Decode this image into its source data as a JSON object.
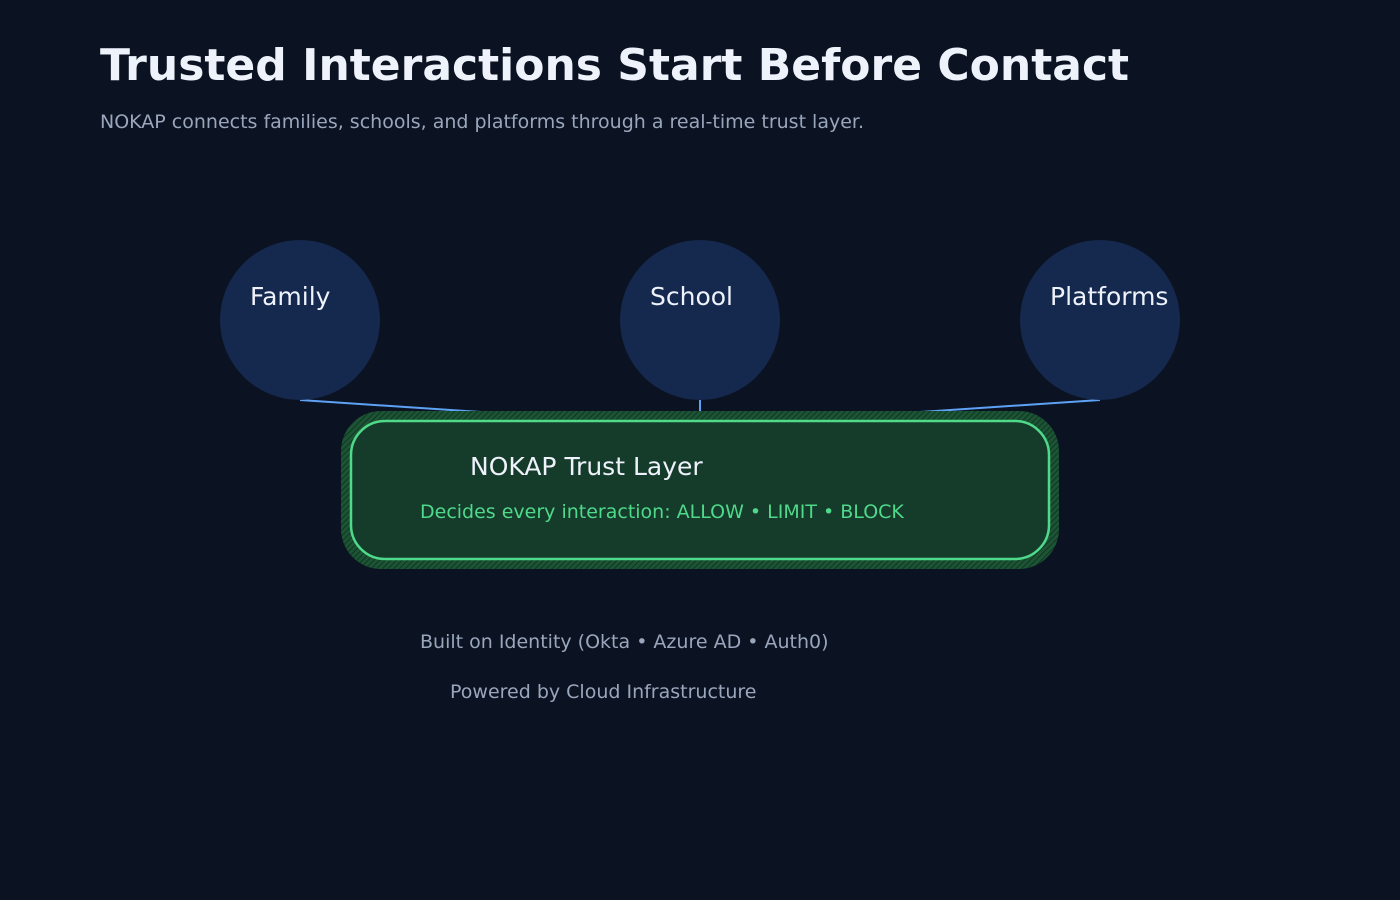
{
  "header": {
    "title": "Trusted Interactions Start Before Contact",
    "subtitle": "NOKAP connects families, schools, and platforms through a real-time trust layer."
  },
  "nodes": [
    {
      "label": "Family"
    },
    {
      "label": "School"
    },
    {
      "label": "Platforms"
    }
  ],
  "trust_layer": {
    "title": "NOKAP Trust Layer",
    "subtitle": "Decides every interaction: ALLOW • LIMIT • BLOCK"
  },
  "footer": {
    "identity": "Built on Identity (Okta • Azure AD • Auth0)",
    "infrastructure": "Powered by Cloud Infrastructure"
  },
  "colors": {
    "background": "#0b1222",
    "node_fill": "#15284e",
    "connector": "#5ea2f5",
    "layer_fill": "#153b2a",
    "layer_border": "#4fd98a",
    "layer_text": "#4fd98a"
  }
}
